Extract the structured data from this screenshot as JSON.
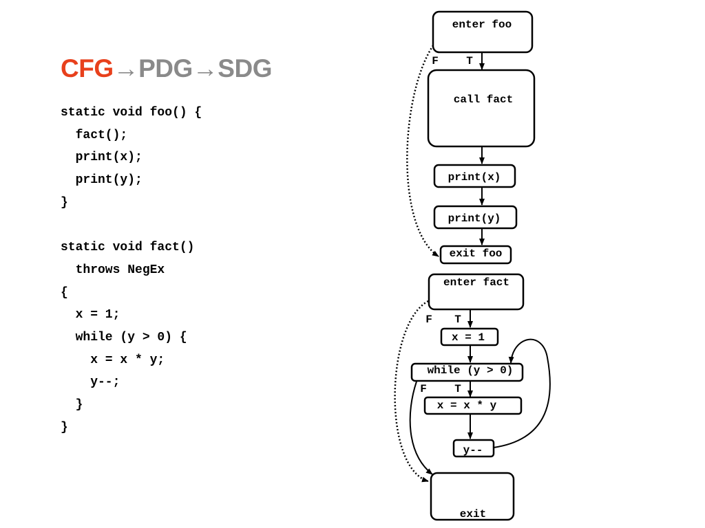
{
  "slide": {
    "title": {
      "part1": "CFG",
      "arrow1": "→",
      "part2": "PDG",
      "arrow2": "→",
      "part3": "SDG"
    },
    "code_lines": [
      "static void foo() {",
      "  fact();",
      "  print(x);",
      "  print(y);",
      "}",
      "",
      "static void fact()",
      "  throws NegEx",
      "{",
      "  x = 1;",
      "  while (y > 0) {",
      "    x = x * y;",
      "    y--;",
      "  }",
      "}"
    ]
  },
  "diagram": {
    "nodes": {
      "enter_foo": "enter foo",
      "call_fact": "call fact",
      "print_x": "print(x)",
      "print_y": "print(y)",
      "exit_foo": "exit foo",
      "enter_fact": "enter fact",
      "x_eq_1": "x = 1",
      "while_cond": "while (y > 0)",
      "x_eq_x_times_y": "x = x * y",
      "y_dec": "y--",
      "exit": "exit"
    },
    "edge_labels": {
      "enter_foo_false": "F",
      "enter_foo_true": "T",
      "enter_fact_false": "F",
      "enter_fact_true": "T",
      "while_false": "F",
      "while_true": "T"
    }
  }
}
